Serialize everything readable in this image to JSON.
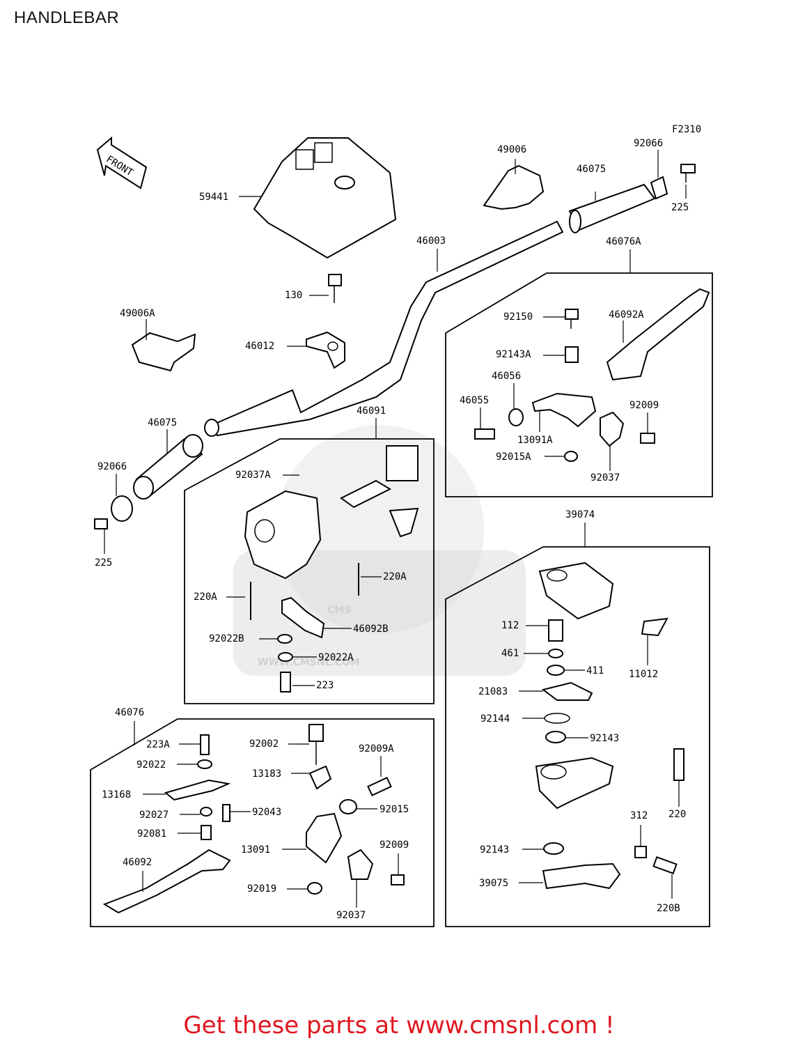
{
  "title": "HANDLEBAR",
  "figure_code": "F2310",
  "front_label": "FRONT",
  "watermark": {
    "brand": "CMS",
    "url": "WWW.CMSNL.COM"
  },
  "footer": "Get these parts at www.cmsnl.com !",
  "colors": {
    "footer_text": "#e0161e",
    "line": "#000000",
    "watermark": "#d6d6d6"
  },
  "part_labels": {
    "p49006": "49006",
    "p92066_top": "92066",
    "p46075_top": "46075",
    "p225_top": "225",
    "p59441": "59441",
    "p46003": "46003",
    "p46076A": "46076A",
    "p130": "130",
    "p49006A": "49006A",
    "p46012": "46012",
    "p92150": "92150",
    "p46092A": "46092A",
    "p92143A": "92143A",
    "p46056": "46056",
    "p46055": "46055",
    "p92009_r": "92009",
    "p13091A": "13091A",
    "p92015A": "92015A",
    "p92037_r": "92037",
    "p46075_left": "46075",
    "p46091": "46091",
    "p92066_left": "92066",
    "p92037A": "92037A",
    "p225_left": "225",
    "p220A_right": "220A",
    "p220A_left": "220A",
    "p92022B": "92022B",
    "p46092B": "46092B",
    "p92022A": "92022A",
    "p223": "223",
    "p39074": "39074",
    "p112": "112",
    "p461": "461",
    "p411": "411",
    "p11012": "11012",
    "p21083": "21083",
    "p92144": "92144",
    "p92143_a": "92143",
    "p220": "220",
    "p312": "312",
    "p92143_b": "92143",
    "p39075": "39075",
    "p220B": "220B",
    "p46076": "46076",
    "p223A": "223A",
    "p92022": "92022",
    "p13168": "13168",
    "p92027": "92027",
    "p92043": "92043",
    "p92081": "92081",
    "p46092": "46092",
    "p92002": "92002",
    "p92009A": "92009A",
    "p13183": "13183",
    "p92015": "92015",
    "p13091": "13091",
    "p92009_b": "92009",
    "p92019": "92019",
    "p92037_b": "92037"
  }
}
